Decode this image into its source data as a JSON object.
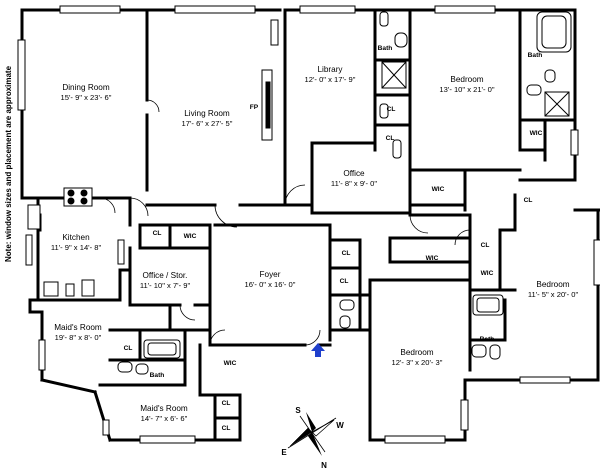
{
  "note": "Note: window sizes and placement are approximate",
  "rooms": {
    "dining_room": {
      "name": "Dining Room",
      "dims": "15'- 9\" x 23'- 6\""
    },
    "living_room": {
      "name": "Living Room",
      "dims": "17'- 6\" x 27'- 5\""
    },
    "library": {
      "name": "Library",
      "dims": "12'- 0\" x 17'- 9\""
    },
    "bedroom_ne": {
      "name": "Bedroom",
      "dims": "13'- 10\" x 21'- 0\""
    },
    "office": {
      "name": "Office",
      "dims": "11'- 8\" x 9'- 0\""
    },
    "kitchen": {
      "name": "Kitchen",
      "dims": "11'- 9\" x 14'- 8\""
    },
    "office_stor": {
      "name": "Office / Stor.",
      "dims": "11'- 10\" x 7'- 9\""
    },
    "foyer": {
      "name": "Foyer",
      "dims": "16'- 0\" x 16'- 0\""
    },
    "bedroom_e": {
      "name": "Bedroom",
      "dims": "11'- 5\" x 20'- 0\""
    },
    "bedroom_s": {
      "name": "Bedroom",
      "dims": "12'- 3\" x 20'- 3\""
    },
    "maids_room_1": {
      "name": "Maid's Room",
      "dims": "19'- 8\" x 8'- 0\""
    },
    "maids_room_2": {
      "name": "Maid's Room",
      "dims": "14'- 7\" x 6'- 6\""
    }
  },
  "labels": {
    "fp": "FP",
    "bath": "Bath",
    "cl": "CL",
    "wic": "WIC"
  },
  "compass": {
    "s": "S",
    "w": "W",
    "e": "E",
    "n": "N"
  },
  "colors": {
    "walls": "#000000",
    "entry_arrow": "#1f3fcc"
  }
}
